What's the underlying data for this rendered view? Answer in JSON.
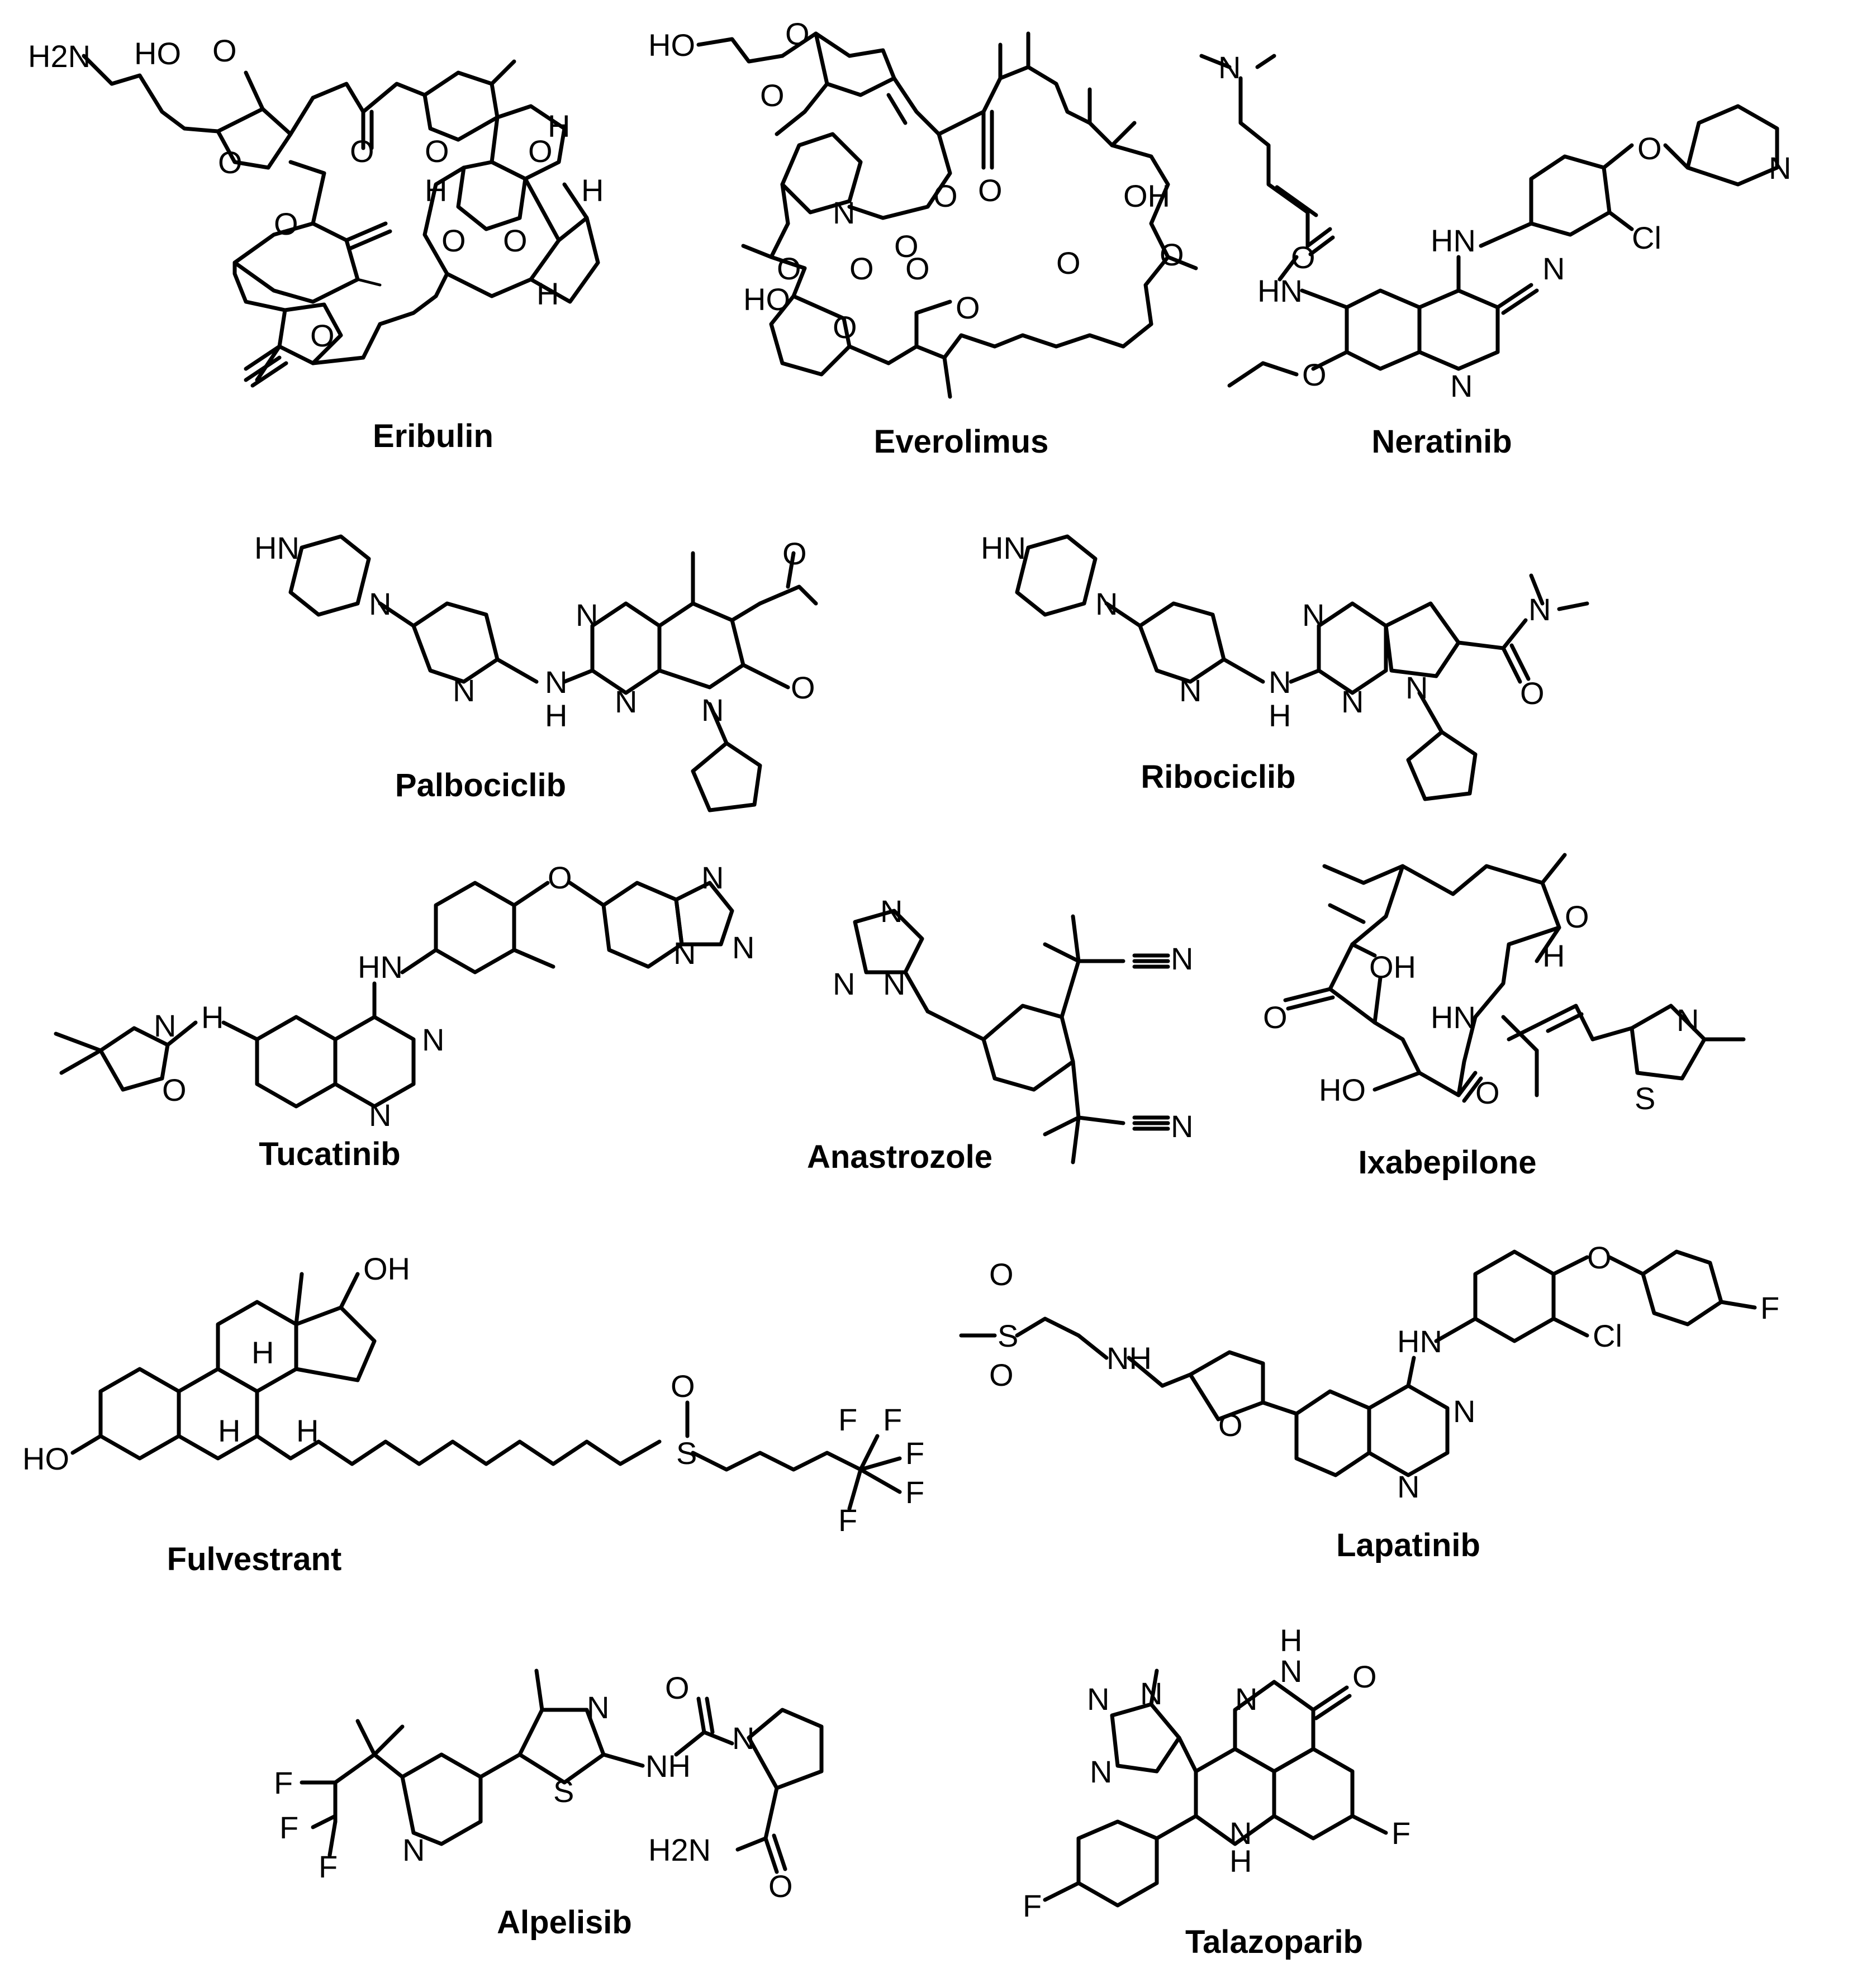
{
  "figure": {
    "compounds": [
      {
        "name": "Eribulin",
        "atoms": [
          "H2N",
          "HO",
          "O",
          "O",
          "O",
          "O",
          "O",
          "O",
          "O",
          "O",
          "O",
          "H",
          "H",
          "H",
          "H"
        ]
      },
      {
        "name": "Everolimus",
        "atoms": [
          "HO",
          "O",
          "O",
          "O",
          "N",
          "O",
          "O",
          "O",
          "O",
          "O",
          "HO",
          "O",
          "O",
          "OH",
          "O",
          "O"
        ]
      },
      {
        "name": "Neratinib",
        "atoms": [
          "N",
          "O",
          "O",
          "HN",
          "HN",
          "N",
          "N",
          "O",
          "N",
          "Cl"
        ]
      },
      {
        "name": "Palbociclib",
        "atoms": [
          "HN",
          "N",
          "N",
          "N",
          "H",
          "N",
          "N",
          "N",
          "O",
          "O"
        ]
      },
      {
        "name": "Ribociclib",
        "atoms": [
          "HN",
          "N",
          "N",
          "N",
          "H",
          "N",
          "N",
          "N",
          "N",
          "O"
        ]
      },
      {
        "name": "Tucatinib",
        "atoms": [
          "N",
          "H",
          "O",
          "HN",
          "N",
          "N",
          "O",
          "N",
          "N",
          "N"
        ]
      },
      {
        "name": "Anastrozole",
        "atoms": [
          "N",
          "N",
          "N",
          "N",
          "N"
        ]
      },
      {
        "name": "Ixabepilone",
        "atoms": [
          "OH",
          "O",
          "HN",
          "HO",
          "O",
          "O",
          "H",
          "N",
          "S"
        ]
      },
      {
        "name": "Fulvestrant",
        "atoms": [
          "OH",
          "H",
          "H",
          "H",
          "HO",
          "O",
          "S",
          "F",
          "F",
          "F",
          "F",
          "F"
        ]
      },
      {
        "name": "Lapatinib",
        "atoms": [
          "O",
          "S",
          "O",
          "NH",
          "O",
          "HN",
          "N",
          "N",
          "O",
          "Cl",
          "F"
        ]
      },
      {
        "name": "Alpelisib",
        "atoms": [
          "F",
          "F",
          "F",
          "N",
          "S",
          "N",
          "NH",
          "O",
          "N",
          "H2N",
          "O"
        ]
      },
      {
        "name": "Talazoparib",
        "atoms": [
          "N",
          "N",
          "N",
          "N",
          "N",
          "H",
          "O",
          "H",
          "N",
          "F",
          "F"
        ]
      }
    ]
  }
}
